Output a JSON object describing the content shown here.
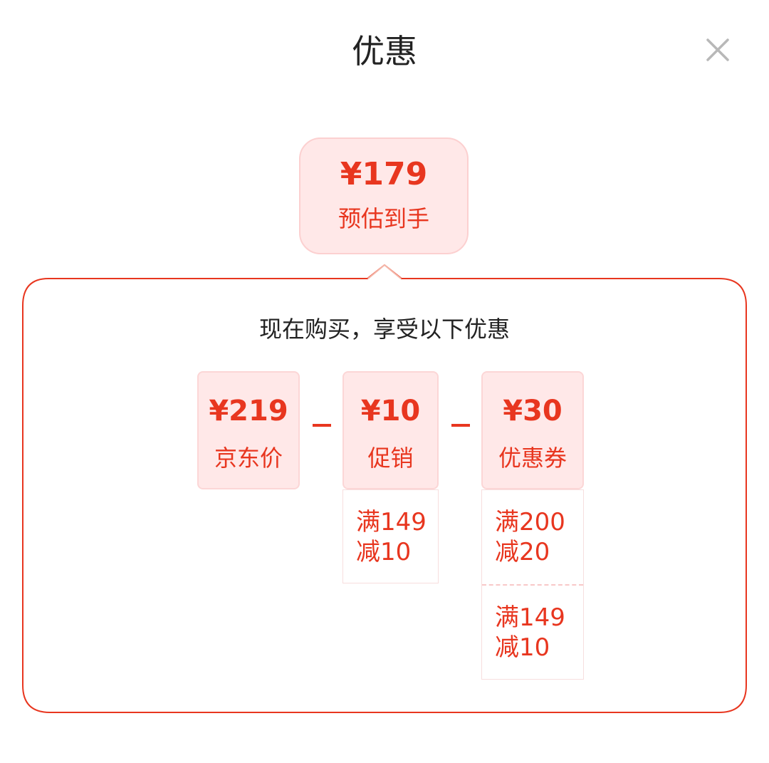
{
  "header": {
    "title": "优惠",
    "close_icon": "close-icon"
  },
  "estimate": {
    "price": "¥179",
    "label": "预估到手"
  },
  "panel": {
    "subtitle": "现在购买，享受以下优惠",
    "items": [
      {
        "amount": "¥219",
        "label": "京东价",
        "rules": []
      },
      {
        "amount": "¥10",
        "label": "促销",
        "rules": [
          {
            "line1": "满149",
            "line2": "减10"
          }
        ]
      },
      {
        "amount": "¥30",
        "label": "优惠券",
        "rules": [
          {
            "line1": "满200",
            "line2": "减20"
          },
          {
            "line1": "满149",
            "line2": "减10"
          }
        ]
      }
    ]
  },
  "colors": {
    "accent": "#e8361f",
    "tile_bg": "#ffe8e8",
    "tile_border": "#fcd6d6"
  }
}
